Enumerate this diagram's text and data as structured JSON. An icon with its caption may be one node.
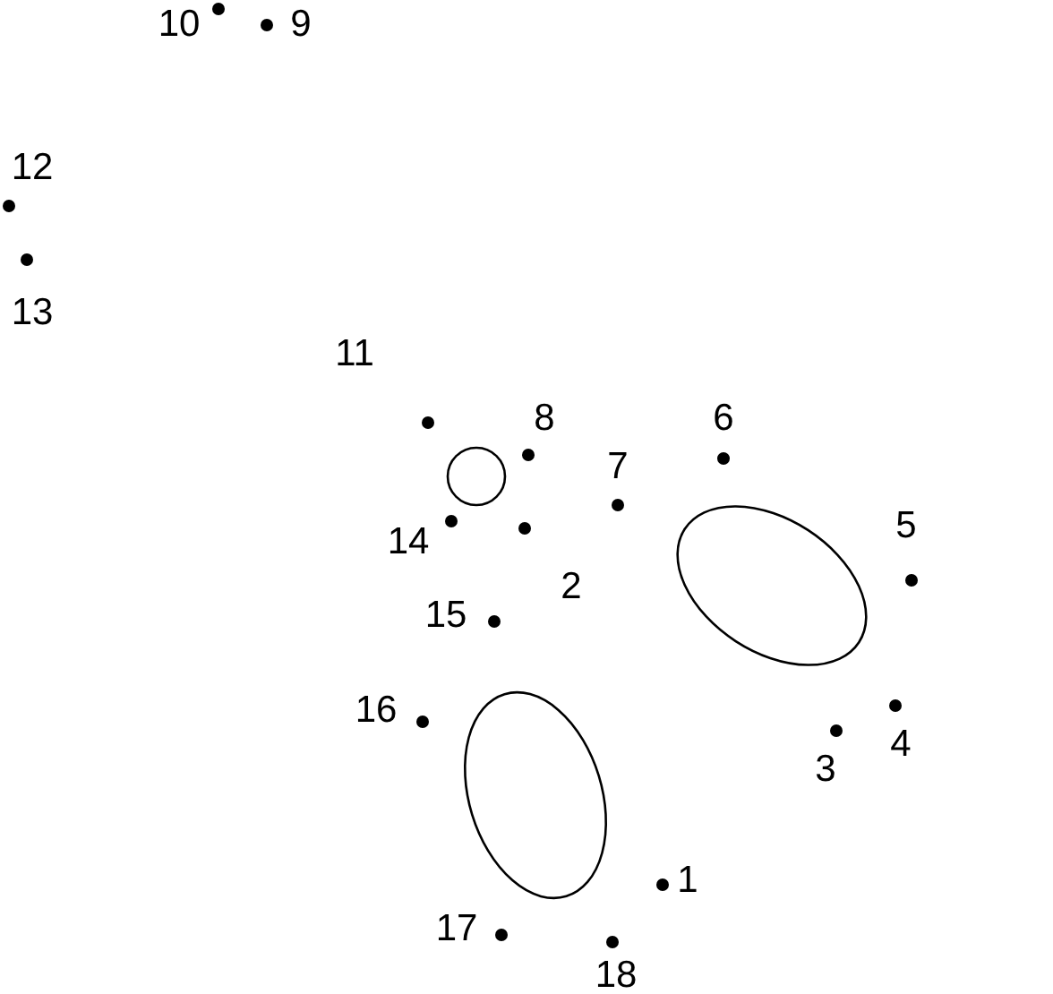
{
  "diagram": {
    "labels": [
      "10",
      "9",
      "12",
      "13",
      "11",
      "8",
      "6",
      "7",
      "14",
      "5",
      "2",
      "15",
      "16",
      "3",
      "4",
      "1",
      "17",
      "18"
    ]
  }
}
